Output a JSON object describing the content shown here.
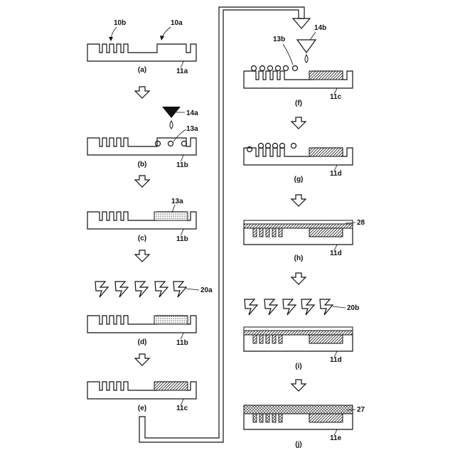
{
  "steps": {
    "a": "(a)",
    "b": "(b)",
    "c": "(c)",
    "d": "(d)",
    "e": "(e)",
    "f": "(f)",
    "g": "(g)",
    "h": "(h)",
    "i": "(i)",
    "j": "(j)"
  },
  "labels": {
    "l10b": "10b",
    "l10a": "10a",
    "l11a": "11a",
    "l14a": "14a",
    "l13a_b": "13a",
    "l11b_b": "11b",
    "l13a_c": "13a",
    "l11b_c": "11b",
    "l20a": "20a",
    "l11b_d": "11b",
    "l11c_e": "11c",
    "l13b": "13b",
    "l14b": "14b",
    "l11c_f": "11c",
    "l11d_g": "11d",
    "l28": "28",
    "l11d_h": "11d",
    "l20b": "20b",
    "l11d_i": "11d",
    "l27": "27",
    "l11e": "11e"
  }
}
